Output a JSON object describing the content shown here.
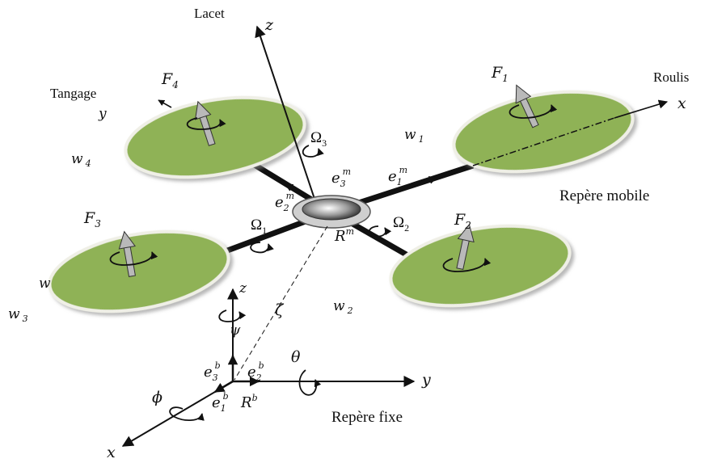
{
  "labels": {
    "lacet": "Lacet",
    "tangage": "Tangage",
    "roulis": "Roulis",
    "repere_mobile": "Repère mobile",
    "repere_fixe": "Repère fixe",
    "z_top": "z",
    "x_right": "x",
    "y_tangage": "y",
    "z_fixed": "z",
    "y_fixed": "y",
    "x_fixed": "x",
    "zeta": "ζ",
    "psi": "ψ",
    "theta": "θ",
    "phi": "ϕ"
  },
  "rotors": {
    "F1": {
      "base": "F",
      "sub": "1"
    },
    "F2": {
      "base": "F",
      "sub": "2"
    },
    "F3": {
      "base": "F",
      "sub": "3"
    },
    "F4": {
      "base": "F",
      "sub": "4"
    }
  },
  "speeds": {
    "w1": {
      "base": "w",
      "sub": "1"
    },
    "w2": {
      "base": "w",
      "sub": "2"
    },
    "w3": {
      "base": "w",
      "sub": "3"
    },
    "w4": {
      "base": "w",
      "sub": "4"
    },
    "w_extra": "w"
  },
  "omegas": {
    "O1": {
      "base": "Ω",
      "sub": "1"
    },
    "O2": {
      "base": "Ω",
      "sub": "2"
    },
    "O3": {
      "base": "Ω",
      "sub": "3"
    }
  },
  "body_vectors": {
    "e1m": {
      "base": "e",
      "sub": "1",
      "sup": "m"
    },
    "e2m": {
      "base": "e",
      "sub": "2",
      "sup": "m"
    },
    "e3m": {
      "base": "e",
      "sub": "3",
      "sup": "m"
    },
    "Rm": {
      "base": "R",
      "sup": "m"
    }
  },
  "fixed_vectors": {
    "e1b": {
      "base": "e",
      "sub": "1",
      "sup": "b"
    },
    "e2b": {
      "base": "e",
      "sub": "2",
      "sup": "b"
    },
    "e3b": {
      "base": "e",
      "sub": "3",
      "sup": "b"
    },
    "Rb": {
      "base": "R",
      "sup": "b"
    }
  },
  "colors": {
    "disk_fill": "#8fb257",
    "disk_edge": "#efefe6",
    "arm": "#111111",
    "force_arrow": "#b9b9b9"
  }
}
